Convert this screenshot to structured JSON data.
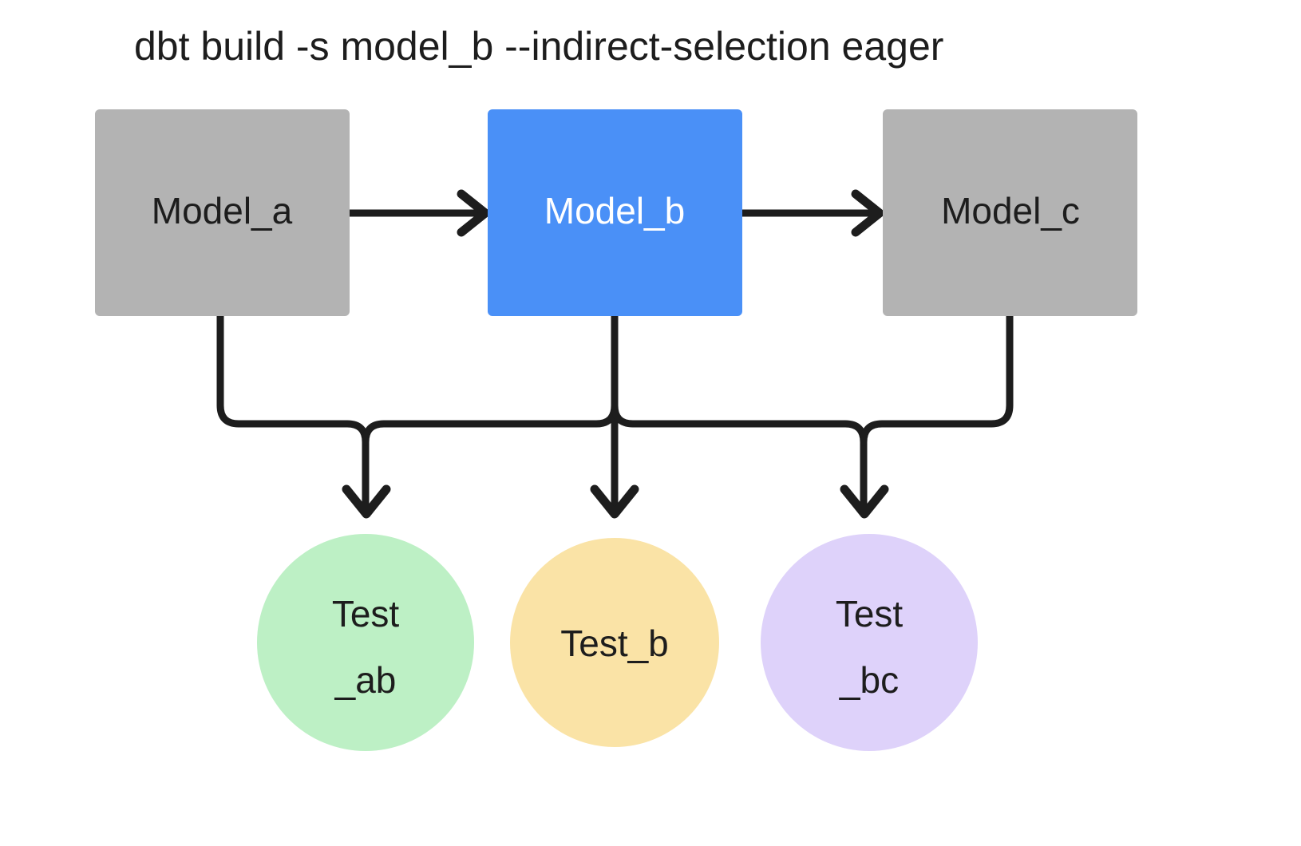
{
  "title": "dbt build -s model_b --indirect-selection eager",
  "colors": {
    "background": "#ffffff",
    "model_default": "#b3b3b3",
    "model_selected": "#4a90f7",
    "test_ab": "#bdf0c5",
    "test_b": "#fae3a6",
    "test_bc": "#ded2fa",
    "edge": "#1d1d1d",
    "label_dark": "#1d1d1d",
    "label_light": "#ffffff"
  },
  "models": [
    {
      "id": "model_a",
      "label": "Model_a",
      "state": "unselected",
      "fill": "#b3b3b3",
      "text_color": "#1d1d1d"
    },
    {
      "id": "model_b",
      "label": "Model_b",
      "state": "selected",
      "fill": "#4a90f7",
      "text_color": "#ffffff"
    },
    {
      "id": "model_c",
      "label": "Model_c",
      "state": "unselected",
      "fill": "#b3b3b3",
      "text_color": "#1d1d1d"
    }
  ],
  "tests": [
    {
      "id": "test_ab",
      "label_line1": "Test",
      "label_line2": "_ab",
      "fill": "#bdf0c5",
      "text_color": "#1d1d1d"
    },
    {
      "id": "test_b",
      "label_line1": "Test_b",
      "label_line2": "",
      "fill": "#fae3a6",
      "text_color": "#1d1d1d"
    },
    {
      "id": "test_bc",
      "label_line1": "Test",
      "label_line2": "_bc",
      "fill": "#ded2fa",
      "text_color": "#1d1d1d"
    }
  ],
  "edges": [
    {
      "id": "a-to-b",
      "from": "model_a",
      "to": "model_b",
      "kind": "arrow-right"
    },
    {
      "id": "b-to-c",
      "from": "model_b",
      "to": "model_c",
      "kind": "arrow-right"
    },
    {
      "id": "a-to-test-ab",
      "from": "model_a",
      "to": "test_ab",
      "kind": "elbow-down"
    },
    {
      "id": "b-to-test-ab",
      "from": "model_b",
      "to": "test_ab",
      "kind": "elbow-down"
    },
    {
      "id": "b-to-test-b",
      "from": "model_b",
      "to": "test_b",
      "kind": "straight-down"
    },
    {
      "id": "b-to-test-bc",
      "from": "model_b",
      "to": "test_bc",
      "kind": "elbow-down"
    },
    {
      "id": "c-to-test-bc",
      "from": "model_c",
      "to": "test_bc",
      "kind": "elbow-down"
    }
  ]
}
